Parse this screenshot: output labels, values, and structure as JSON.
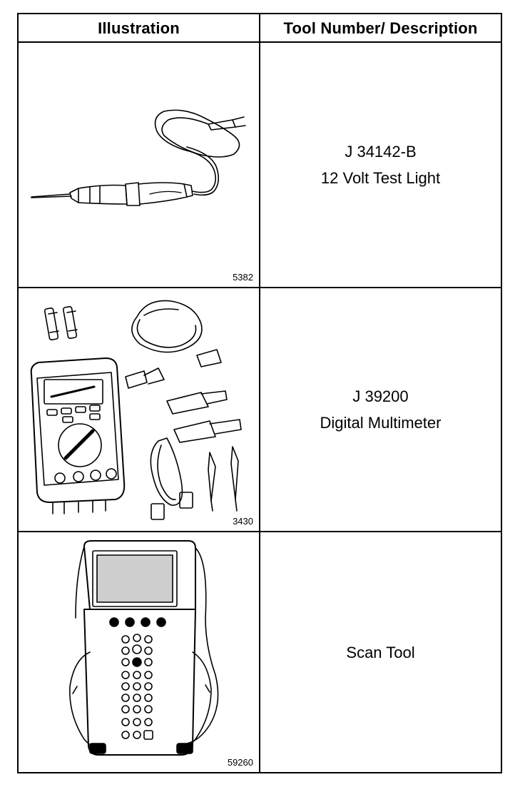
{
  "header": {
    "illustration": "Illustration",
    "description": "Tool Number/ Description"
  },
  "rows": [
    {
      "figure_number": "5382",
      "tool_number": "J 34142-B",
      "description": "12 Volt Test Light",
      "icon": "test-light-icon"
    },
    {
      "figure_number": "3430",
      "tool_number": "J 39200",
      "description": "Digital Multimeter",
      "icon": "multimeter-icon"
    },
    {
      "figure_number": "59260",
      "tool_number": "",
      "description": "Scan Tool",
      "icon": "scan-tool-icon"
    }
  ]
}
